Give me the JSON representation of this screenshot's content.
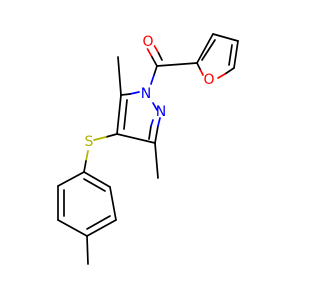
{
  "molecule": {
    "atoms": {
      "carbonyl_oxygen": "O",
      "furan_oxygen": "O",
      "pyrazole_n1": "N",
      "pyrazole_n2": "N",
      "sulfur": "S"
    },
    "colors": {
      "bond": "#000000",
      "oxygen": "#ff0000",
      "nitrogen": "#0000ff",
      "sulfur": "#b2b200",
      "background": "#ffffff"
    }
  }
}
